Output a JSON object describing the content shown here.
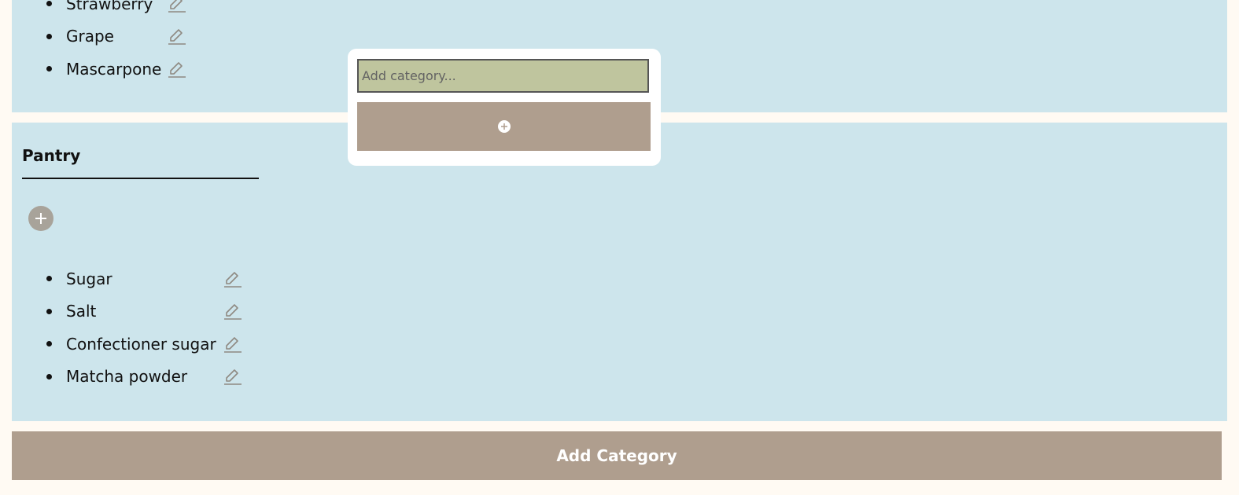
{
  "top_category": {
    "items": [
      {
        "label": "Strawberry"
      },
      {
        "label": "Grape"
      },
      {
        "label": "Mascarpone"
      }
    ]
  },
  "pantry": {
    "title": "Pantry",
    "items": [
      {
        "label": "Sugar"
      },
      {
        "label": "Salt"
      },
      {
        "label": "Confectioner sugar"
      },
      {
        "label": "Matcha powder"
      }
    ]
  },
  "popup": {
    "input_value": "",
    "input_placeholder": "Add category..."
  },
  "footer": {
    "add_category_label": "Add Category"
  },
  "icons": {
    "edit": "pencil-icon",
    "add": "plus-circle-icon"
  },
  "colors": {
    "page_background": "#fffaf3",
    "section_background": "#cde5ec",
    "button_background": "#af9e8e",
    "input_background": "#bfc59e",
    "icon_gray": "#a8a39a"
  }
}
